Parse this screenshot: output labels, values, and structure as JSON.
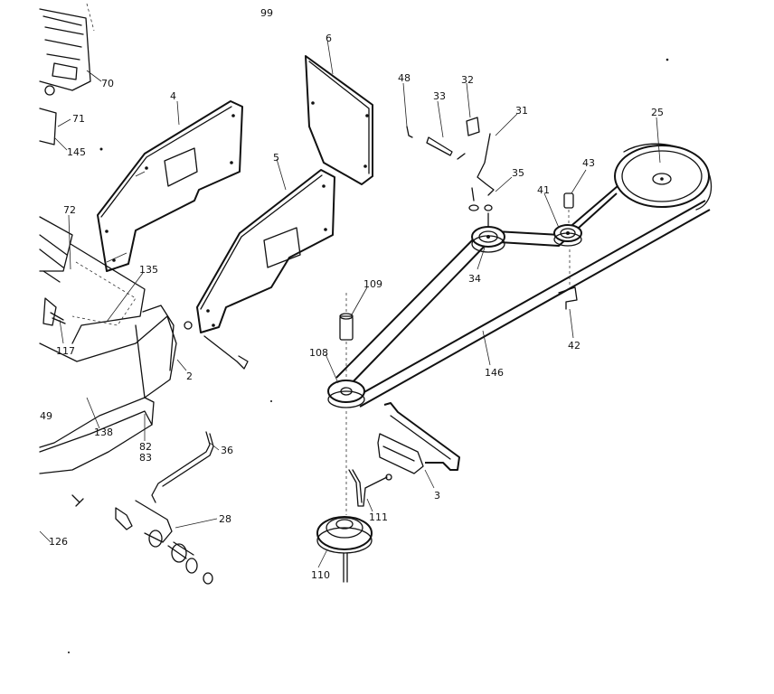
{
  "diagram": {
    "callouts": {
      "c99": "99",
      "c70": "70",
      "c71": "71",
      "c145": "145",
      "c4": "4",
      "c6": "6",
      "c5": "5",
      "c48": "48",
      "c33": "33",
      "c32": "32",
      "c31": "31",
      "c35": "35",
      "c25": "25",
      "c43": "43",
      "c41": "41",
      "c34": "34",
      "c42": "42",
      "c72": "72",
      "c135": "135",
      "c117": "117",
      "c2": "2",
      "c138": "138",
      "c49": "49",
      "c82": "82",
      "c83": "83",
      "c36": "36",
      "c28": "28",
      "c126": "126",
      "c109": "109",
      "c108": "108",
      "c146": "146",
      "c3": "3",
      "c111": "111",
      "c110": "110"
    }
  }
}
